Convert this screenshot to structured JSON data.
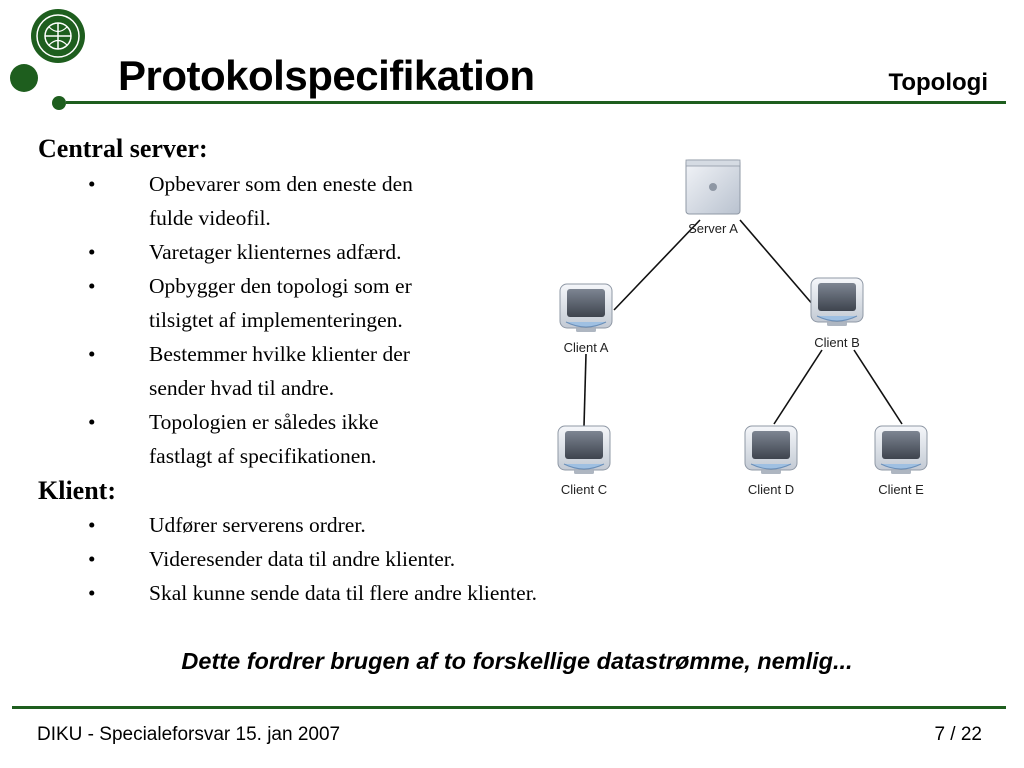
{
  "header": {
    "title": "Protokolspecifikation",
    "section": "Topologi"
  },
  "server_section": {
    "heading": "Central server:",
    "items": [
      {
        "line1": "Opbevarer som den eneste den",
        "line2": "fulde videofil."
      },
      {
        "line1": "Varetager klienternes adfærd.",
        "line2": ""
      },
      {
        "line1": "Opbygger den topologi som er",
        "line2": "tilsigtet af implementeringen."
      },
      {
        "line1": "Bestemmer hvilke klienter der",
        "line2": "sender hvad til andre."
      },
      {
        "line1": "Topologien er således ikke",
        "line2": "fastlagt af specifikationen."
      }
    ]
  },
  "client_section": {
    "heading": "Klient:",
    "items": [
      "Udfører serverens ordrer.",
      "Videresender data til andre klienter.",
      "Skal kunne sende data til flere andre klienter."
    ]
  },
  "bullet_glyph": "•",
  "diagram": {
    "nodes": {
      "server_a": "Server A",
      "client_a": "Client A",
      "client_b": "Client B",
      "client_c": "Client C",
      "client_d": "Client D",
      "client_e": "Client E"
    }
  },
  "conclusion": "Dette fordrer brugen af to forskellige datastrømme, nemlig...",
  "footer": {
    "left": "DIKU - Specialeforsvar 15. jan 2007",
    "right": "7 / 22"
  },
  "colors": {
    "accent_green": "#1e5e1e"
  },
  "icons": {
    "logo": "university-seal-icon",
    "server": "server-tower-icon",
    "client": "imac-computer-icon"
  }
}
